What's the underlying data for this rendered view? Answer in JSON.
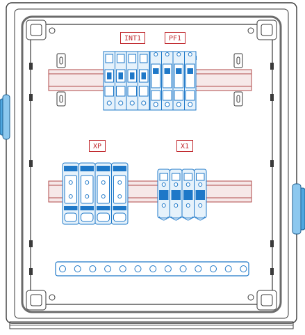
{
  "labels": {
    "int1": "INT1",
    "pf1": "PF1",
    "xp": "XP",
    "x1": "X1"
  },
  "counts": {
    "int1_poles": 4,
    "pf1_modules": 4,
    "xp_blocks": 4,
    "x1_terminals": 4,
    "earth_bar_holes": 13
  },
  "colors": {
    "enclosure": "#3a3a3a",
    "gasket": "#6b6b6b",
    "din_rail": "#b04a4a",
    "device": "#1e78c8",
    "device_fill": "#e6f2fb",
    "label": "#c0282d",
    "cable_gland": "#4fa7e0"
  }
}
